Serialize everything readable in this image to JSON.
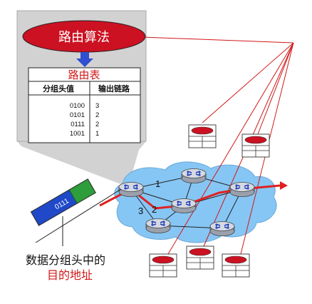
{
  "algorithm": {
    "label": "路由算法"
  },
  "table": {
    "title": "路由表",
    "headers": [
      "分组头值",
      "输出链路"
    ],
    "rows": [
      [
        "0100",
        "3"
      ],
      [
        "0101",
        "2"
      ],
      [
        "0111",
        "2"
      ],
      [
        "1001",
        "1"
      ]
    ]
  },
  "packet": {
    "header_value": "0111"
  },
  "links": [
    "1",
    "2",
    "3"
  ],
  "caption": {
    "line1": "数据分组头中的",
    "line2": "目的地址"
  },
  "colors": {
    "algorithm_fill": "#cc1122",
    "highlight_red": "#e02020",
    "table_title": "#d01818",
    "network_cloud": "#86c6f4",
    "router_fill": "#c9ced8",
    "router_arrow": "#1f3bb8",
    "packet_green": "#2e9e3c",
    "packet_blue": "#1f49c8",
    "panel_gray": "#d2d2d2",
    "arrow_blue": "#2f4fd0"
  }
}
